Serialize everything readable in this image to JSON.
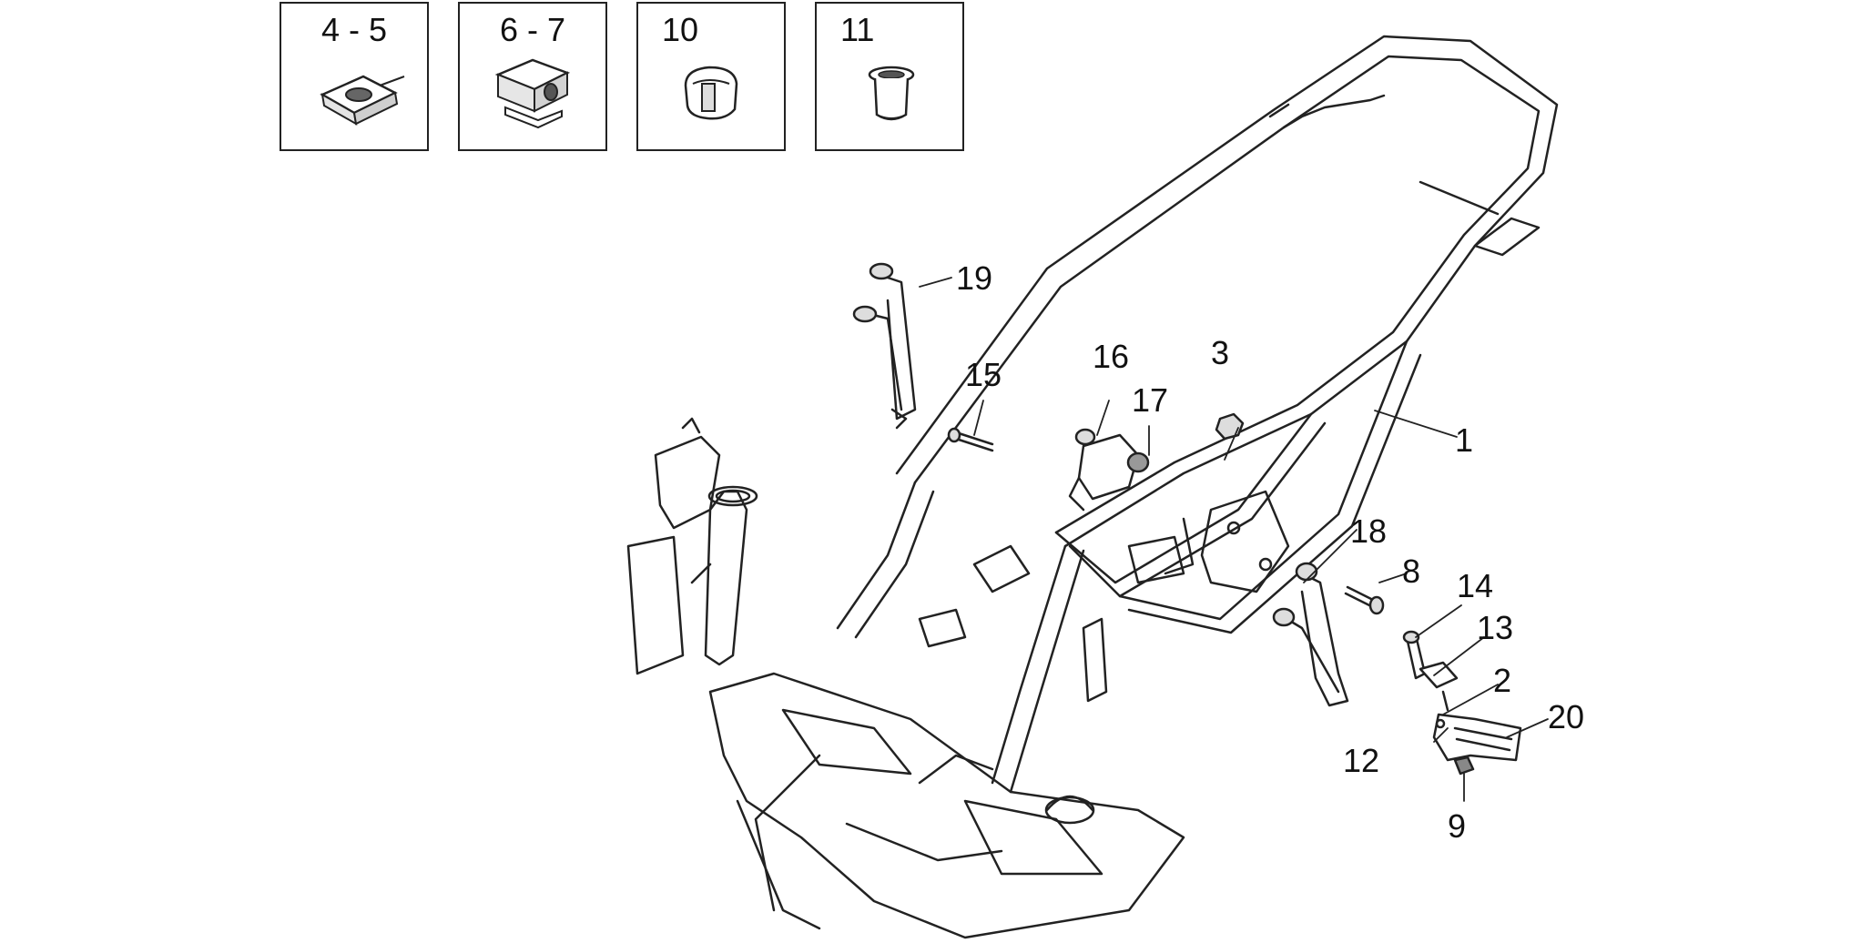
{
  "insets": [
    {
      "id": "4-5",
      "label": "4 - 5"
    },
    {
      "id": "6-7",
      "label": "6 - 7"
    },
    {
      "id": "10",
      "label": "10"
    },
    {
      "id": "11",
      "label": "11"
    }
  ],
  "callouts": {
    "c1": "1",
    "c2": "2",
    "c3": "3",
    "c8": "8",
    "c9": "9",
    "c12": "12",
    "c13": "13",
    "c14": "14",
    "c15": "15",
    "c16": "16",
    "c17": "17",
    "c18": "18",
    "c19": "19",
    "c20": "20"
  },
  "colors": {
    "line": "#222222",
    "background": "#ffffff",
    "shade": "#d0d0d0"
  }
}
